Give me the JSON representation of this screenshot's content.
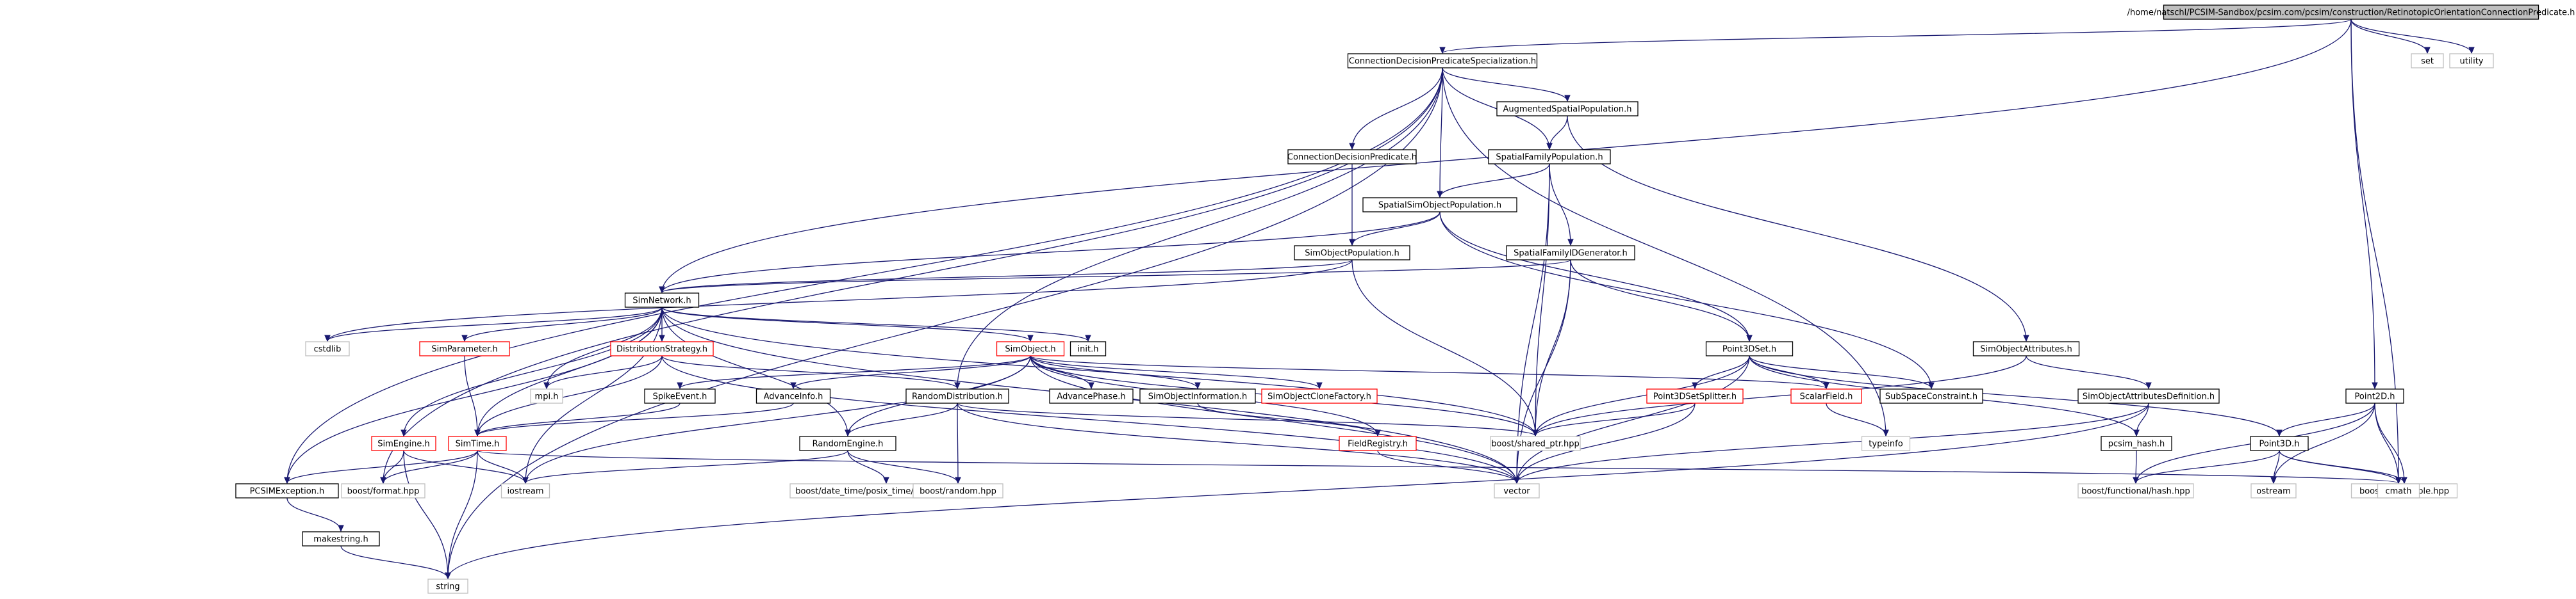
{
  "colors": {
    "edge": "#191970",
    "border_documented": "#000000",
    "border_external": "#bfbfbf",
    "border_undocumented": "#ff0000",
    "root_fill": "#bfbfbf"
  },
  "nodes": [
    {
      "id": "root",
      "label": "/home/natschl/PCSIM-Sandbox/pcsim.com/pcsim/construction/RetinotopicOrientationConnectionPredicate.h",
      "kind": "root"
    },
    {
      "id": "cdps",
      "label": "ConnectionDecisionPredicateSpecialization.h",
      "kind": "doc"
    },
    {
      "id": "set",
      "label": "set",
      "kind": "ext"
    },
    {
      "id": "utility",
      "label": "utility",
      "kind": "ext"
    },
    {
      "id": "asp",
      "label": "AugmentedSpatialPopulation.h",
      "kind": "doc"
    },
    {
      "id": "cdp",
      "label": "ConnectionDecisionPredicate.h",
      "kind": "doc"
    },
    {
      "id": "sfp",
      "label": "SpatialFamilyPopulation.h",
      "kind": "doc"
    },
    {
      "id": "ssop",
      "label": "SpatialSimObjectPopulation.h",
      "kind": "doc"
    },
    {
      "id": "sop",
      "label": "SimObjectPopulation.h",
      "kind": "doc"
    },
    {
      "id": "sfidg",
      "label": "SpatialFamilyIDGenerator.h",
      "kind": "doc"
    },
    {
      "id": "simnet",
      "label": "SimNetwork.h",
      "kind": "doc"
    },
    {
      "id": "cstdlib",
      "label": "cstdlib",
      "kind": "ext"
    },
    {
      "id": "simparam",
      "label": "SimParameter.h",
      "kind": "undoc"
    },
    {
      "id": "diststrat",
      "label": "DistributionStrategy.h",
      "kind": "undoc"
    },
    {
      "id": "simobj",
      "label": "SimObject.h",
      "kind": "undoc"
    },
    {
      "id": "init",
      "label": "init.h",
      "kind": "doc"
    },
    {
      "id": "p3dset",
      "label": "Point3DSet.h",
      "kind": "doc"
    },
    {
      "id": "soattr",
      "label": "SimObjectAttributes.h",
      "kind": "doc"
    },
    {
      "id": "mpi",
      "label": "mpi.h",
      "kind": "ext"
    },
    {
      "id": "spikeevent",
      "label": "SpikeEvent.h",
      "kind": "doc"
    },
    {
      "id": "advinfo",
      "label": "AdvanceInfo.h",
      "kind": "doc"
    },
    {
      "id": "randdist",
      "label": "RandomDistribution.h",
      "kind": "doc"
    },
    {
      "id": "advphase",
      "label": "AdvancePhase.h",
      "kind": "doc"
    },
    {
      "id": "soinfo",
      "label": "SimObjectInformation.h",
      "kind": "doc"
    },
    {
      "id": "soclone",
      "label": "SimObjectCloneFactory.h",
      "kind": "undoc"
    },
    {
      "id": "p3dsplit",
      "label": "Point3DSetSplitter.h",
      "kind": "undoc"
    },
    {
      "id": "scalarfield",
      "label": "ScalarField.h",
      "kind": "undoc"
    },
    {
      "id": "subspace",
      "label": "SubSpaceConstraint.h",
      "kind": "doc"
    },
    {
      "id": "soattrdef",
      "label": "SimObjectAttributesDefinition.h",
      "kind": "doc"
    },
    {
      "id": "point2d",
      "label": "Point2D.h",
      "kind": "doc"
    },
    {
      "id": "simengine",
      "label": "SimEngine.h",
      "kind": "undoc"
    },
    {
      "id": "simtime",
      "label": "SimTime.h",
      "kind": "undoc"
    },
    {
      "id": "randengine",
      "label": "RandomEngine.h",
      "kind": "doc"
    },
    {
      "id": "fieldreg",
      "label": "FieldRegistry.h",
      "kind": "undoc"
    },
    {
      "id": "sharedptr",
      "label": "boost/shared_ptr.hpp",
      "kind": "ext"
    },
    {
      "id": "typeinfo",
      "label": "typeinfo",
      "kind": "ext"
    },
    {
      "id": "pcsimhash",
      "label": "pcsim_hash.h",
      "kind": "doc"
    },
    {
      "id": "point3d",
      "label": "Point3D.h",
      "kind": "doc"
    },
    {
      "id": "pcsimexc",
      "label": "PCSIMException.h",
      "kind": "doc"
    },
    {
      "id": "boostformat",
      "label": "boost/format.hpp",
      "kind": "ext"
    },
    {
      "id": "iostream",
      "label": "iostream",
      "kind": "ext"
    },
    {
      "id": "posixtime",
      "label": "boost/date_time/posix_time/posix_time.hpp",
      "kind": "ext"
    },
    {
      "id": "boostrandom",
      "label": "boost/random.hpp",
      "kind": "ext"
    },
    {
      "id": "vector",
      "label": "vector",
      "kind": "ext"
    },
    {
      "id": "funchash",
      "label": "boost/functional/hash.hpp",
      "kind": "ext"
    },
    {
      "id": "ostream",
      "label": "ostream",
      "kind": "ext"
    },
    {
      "id": "tuple",
      "label": "boost/tuple/tuple.hpp",
      "kind": "ext"
    },
    {
      "id": "cmath",
      "label": "cmath",
      "kind": "ext"
    },
    {
      "id": "makestring",
      "label": "makestring.h",
      "kind": "doc"
    },
    {
      "id": "string",
      "label": "string",
      "kind": "ext"
    }
  ],
  "edges": [
    [
      "root",
      "cdps"
    ],
    [
      "root",
      "set"
    ],
    [
      "root",
      "utility"
    ],
    [
      "root",
      "point2d"
    ],
    [
      "root",
      "cmath"
    ],
    [
      "root",
      "simnet"
    ],
    [
      "cdps",
      "asp"
    ],
    [
      "cdps",
      "cdp"
    ],
    [
      "cdps",
      "sfp"
    ],
    [
      "cdps",
      "ssop"
    ],
    [
      "cdps",
      "pcsimexc"
    ],
    [
      "cdps",
      "boostformat"
    ],
    [
      "cdps",
      "typeinfo"
    ],
    [
      "cdps",
      "randdist"
    ],
    [
      "cdps",
      "string"
    ],
    [
      "asp",
      "sfp"
    ],
    [
      "asp",
      "soattr"
    ],
    [
      "cdp",
      "sop"
    ],
    [
      "sfp",
      "ssop"
    ],
    [
      "sfp",
      "sfidg"
    ],
    [
      "sfp",
      "sharedptr"
    ],
    [
      "sfp",
      "vector"
    ],
    [
      "ssop",
      "sop"
    ],
    [
      "ssop",
      "p3dset"
    ],
    [
      "ssop",
      "subspace"
    ],
    [
      "ssop",
      "simnet"
    ],
    [
      "sop",
      "simnet"
    ],
    [
      "sop",
      "sharedptr"
    ],
    [
      "sop",
      "cstdlib"
    ],
    [
      "sfidg",
      "p3dset"
    ],
    [
      "sfidg",
      "sharedptr"
    ],
    [
      "sfidg",
      "vector"
    ],
    [
      "sfidg",
      "simnet"
    ],
    [
      "simnet",
      "cstdlib"
    ],
    [
      "simnet",
      "simparam"
    ],
    [
      "simnet",
      "diststrat"
    ],
    [
      "simnet",
      "simobj"
    ],
    [
      "simnet",
      "init"
    ],
    [
      "simnet",
      "mpi"
    ],
    [
      "simnet",
      "simengine"
    ],
    [
      "simnet",
      "simtime"
    ],
    [
      "simnet",
      "iostream"
    ],
    [
      "simnet",
      "pcsimexc"
    ],
    [
      "simnet",
      "randengine"
    ],
    [
      "simnet",
      "sharedptr"
    ],
    [
      "simnet",
      "vector"
    ],
    [
      "simparam",
      "simtime"
    ],
    [
      "diststrat",
      "mpi"
    ],
    [
      "diststrat",
      "simtime"
    ],
    [
      "diststrat",
      "randdist"
    ],
    [
      "diststrat",
      "vector"
    ],
    [
      "simobj",
      "spikeevent"
    ],
    [
      "simobj",
      "advinfo"
    ],
    [
      "simobj",
      "randengine"
    ],
    [
      "simobj",
      "advphase"
    ],
    [
      "simobj",
      "soinfo"
    ],
    [
      "simobj",
      "soclone"
    ],
    [
      "simobj",
      "fieldreg"
    ],
    [
      "simobj",
      "sharedptr"
    ],
    [
      "simobj",
      "vector"
    ],
    [
      "simobj",
      "iostream"
    ],
    [
      "simobj",
      "scalarfield"
    ],
    [
      "p3dset",
      "p3dsplit"
    ],
    [
      "p3dset",
      "scalarfield"
    ],
    [
      "p3dset",
      "subspace"
    ],
    [
      "p3dset",
      "sharedptr"
    ],
    [
      "p3dset",
      "vector"
    ],
    [
      "p3dset",
      "point3d"
    ],
    [
      "p3dset",
      "pcsimhash"
    ],
    [
      "soattr",
      "soattrdef"
    ],
    [
      "soattr",
      "sharedptr"
    ],
    [
      "spikeevent",
      "simtime"
    ],
    [
      "advinfo",
      "simtime"
    ],
    [
      "randdist",
      "randengine"
    ],
    [
      "randdist",
      "boostrandom"
    ],
    [
      "randdist",
      "vector"
    ],
    [
      "randdist",
      "sharedptr"
    ],
    [
      "soinfo",
      "fieldreg"
    ],
    [
      "p3dsplit",
      "sharedptr"
    ],
    [
      "p3dsplit",
      "vector"
    ],
    [
      "scalarfield",
      "typeinfo"
    ],
    [
      "soattrdef",
      "pcsimhash"
    ],
    [
      "soattrdef",
      "vector"
    ],
    [
      "soattrdef",
      "string"
    ],
    [
      "point2d",
      "point3d"
    ],
    [
      "point2d",
      "ostream"
    ],
    [
      "point2d",
      "funchash"
    ],
    [
      "point2d",
      "tuple"
    ],
    [
      "point2d",
      "cmath"
    ],
    [
      "simengine",
      "boostformat"
    ],
    [
      "simengine",
      "iostream"
    ],
    [
      "simengine",
      "string"
    ],
    [
      "simtime",
      "pcsimexc"
    ],
    [
      "simtime",
      "boostformat"
    ],
    [
      "simtime",
      "iostream"
    ],
    [
      "simtime",
      "string"
    ],
    [
      "simtime",
      "cmath"
    ],
    [
      "randengine",
      "iostream"
    ],
    [
      "randengine",
      "posixtime"
    ],
    [
      "randengine",
      "boostrandom"
    ],
    [
      "fieldreg",
      "vector"
    ],
    [
      "pcsimhash",
      "funchash"
    ],
    [
      "point3d",
      "ostream"
    ],
    [
      "point3d",
      "funchash"
    ],
    [
      "point3d",
      "tuple"
    ],
    [
      "point3d",
      "cmath"
    ],
    [
      "pcsimexc",
      "makestring"
    ],
    [
      "makestring",
      "string"
    ]
  ]
}
